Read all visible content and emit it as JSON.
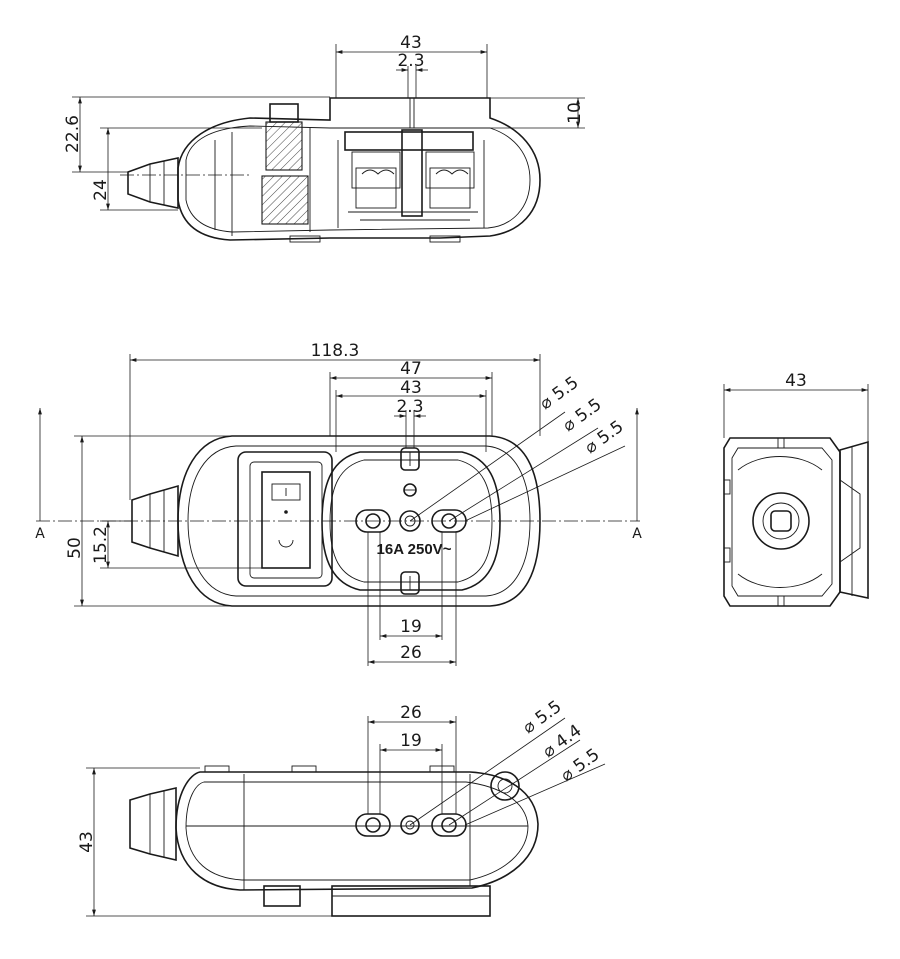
{
  "top_view": {
    "dims": {
      "width_43": "43",
      "width_2_3": "2.3",
      "depth_10": "10",
      "height_22_6": "22.6",
      "height_24": "24"
    }
  },
  "front_view": {
    "dims": {
      "length_118_3": "118.3",
      "width_47": "47",
      "width_43": "43",
      "width_2_3": "2.3",
      "dia_1": "⌀ 5.5",
      "dia_2": "⌀ 5.5",
      "dia_3": "⌀ 5.5",
      "height_50": "50",
      "offset_15_2": "15.2",
      "pitch_19": "19",
      "pitch_26": "26"
    },
    "rating": "16A 250V~",
    "section_left": "A",
    "section_right": "A"
  },
  "side_view": {
    "dims": {
      "width_43": "43"
    }
  },
  "bottom_view": {
    "dims": {
      "pitch_26": "26",
      "pitch_19": "19",
      "dia_1": "⌀ 5.5",
      "dia_2": "⌀ 4.4",
      "dia_3": "⌀ 5.5",
      "height_43": "43"
    }
  }
}
